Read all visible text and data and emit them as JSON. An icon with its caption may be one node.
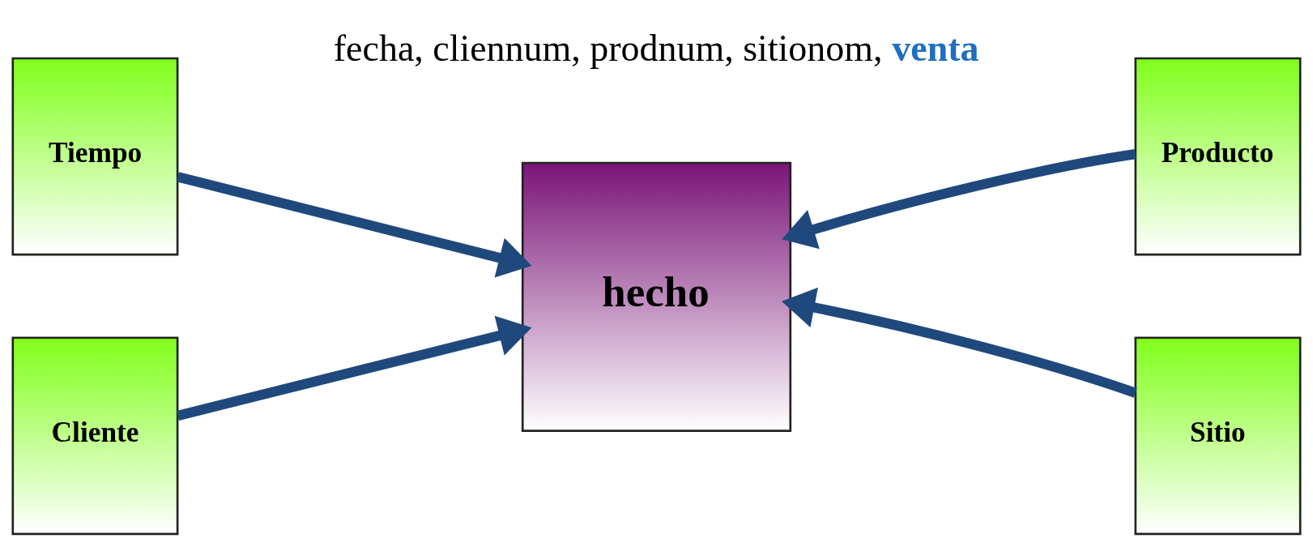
{
  "diagram": {
    "nodes": [
      {
        "text": [
          "Tiempo"
        ]
      },
      {
        "text": [
          "hecho"
        ],
        "beside": [
          "fecha, cliennum, prodnum, sitionom, **venta**"
        ]
      },
      {
        "text": [
          "Producto"
        ]
      },
      {
        "text": [
          "Cliente"
        ]
      },
      {
        "text": [
          "Sitio"
        ]
      }
    ],
    "edges": [
      {
        "from": 0,
        "to": 1,
        "arrow": "to"
      },
      {
        "from": 2,
        "to": 1,
        "arrow": "to"
      },
      {
        "from": 3,
        "to": 1,
        "arrow": "to"
      },
      {
        "from": 4,
        "to": 1,
        "arrow": "to"
      }
    ]
  }
}
